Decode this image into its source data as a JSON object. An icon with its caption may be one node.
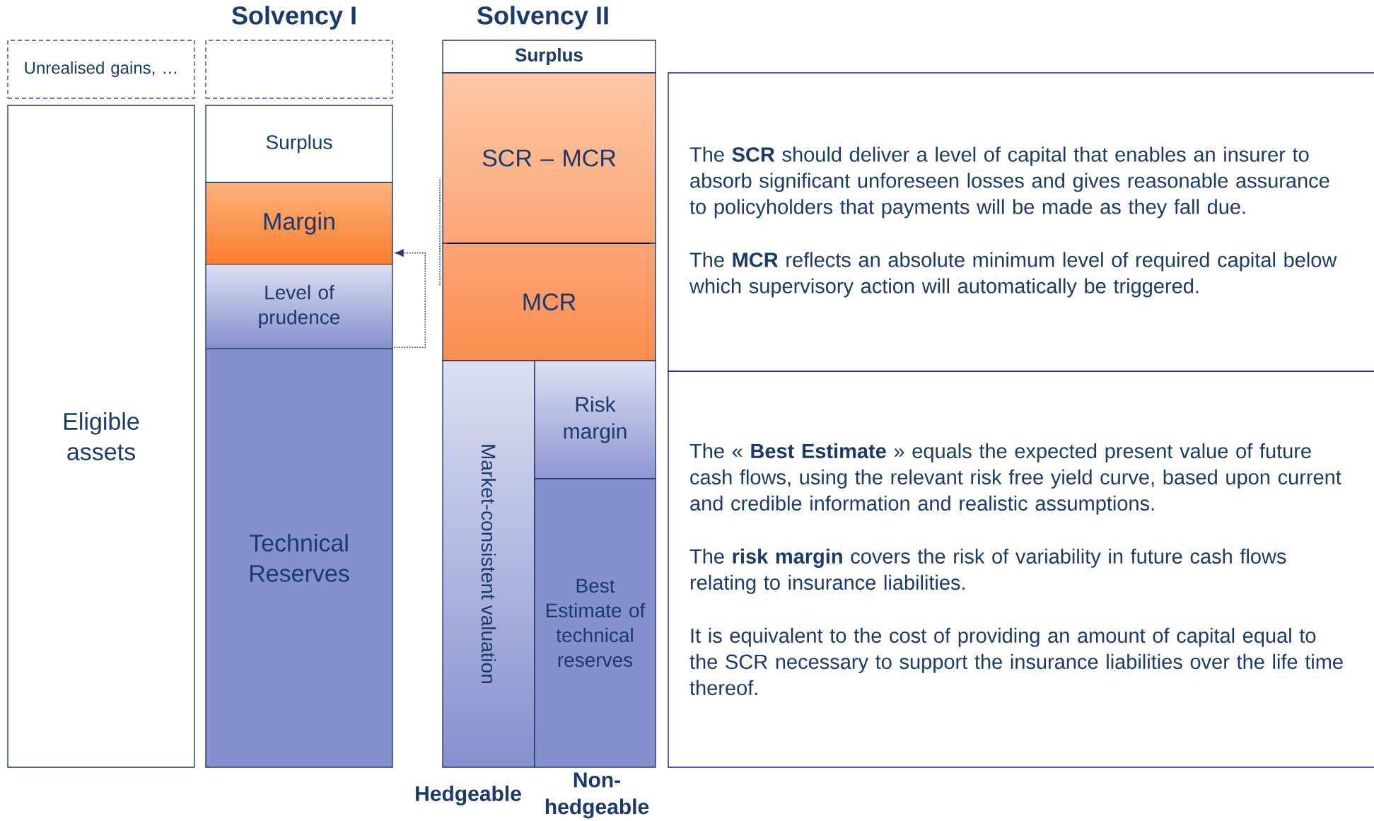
{
  "diagram": {
    "nodes": [
      {
        "text": [
          "Unrealised gains, …"
        ]
      },
      {
        "text": [],
        "shape": "box"
      },
      {
        "text": [
          "Eligible assets"
        ]
      },
      {
        "text": [
          "Surplus"
        ]
      },
      {
        "text": [
          "Margin"
        ]
      },
      {
        "text": [
          "Level of prudence"
        ]
      },
      {
        "text": [
          "Technical Reserves"
        ]
      },
      {
        "text": [
          "Surplus"
        ]
      },
      {
        "text": [
          "SCR – MCR"
        ]
      },
      {
        "text": [
          "MCR"
        ]
      },
      {
        "text": [
          "Market-consistent valuation"
        ]
      },
      {
        "text": [
          "Risk margin"
        ]
      },
      {
        "text": [
          "Best Estimate of technical reserves"
        ]
      },
      {
        "text": [
          "The **SCR** should deliver a level of capital that enables an insurer to absorb significant unforeseen losses and gives reasonable assurance to policyholders that payments will be made as they fall due.",
          "The **MCR** reflects an absolute minimum level of required capital below which supervisory action will automatically be triggered."
        ]
      },
      {
        "text": [
          "The « **Best Estimate** » equals the expected present value of future cash flows, using the relevant risk free yield curve, based upon current and credible information and realistic assumptions.",
          "The **risk margin** covers the risk of variability in future cash flows relating to insurance liabilities.",
          "It is equivalent to the cost of providing an amount of capital equal to the SCR necessary to support the insurance liabilities over the life time thereof."
        ]
      }
    ],
    "edges": [
      {
        "from": 5,
        "to": 4,
        "arrow": "to",
        "style": "dashed"
      }
    ],
    "labels": [
      "Solvency I",
      "Solvency II",
      "Hedgeable",
      "Non-hedgeable"
    ]
  }
}
